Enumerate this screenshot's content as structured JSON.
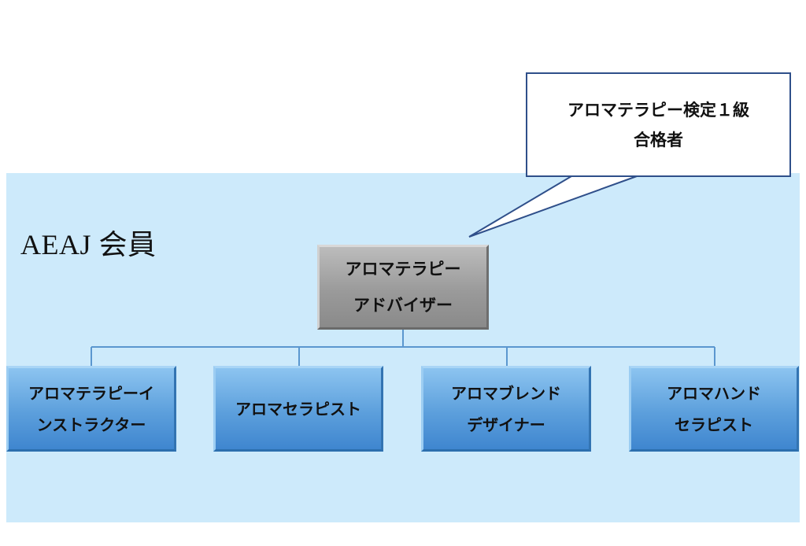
{
  "region": {
    "label": "AEAJ 会員"
  },
  "callout": {
    "line1": "アロマテラピー検定１級",
    "line2": "合格者"
  },
  "root": {
    "line1": "アロマテラピー",
    "line2": "アドバイザー"
  },
  "children": [
    {
      "line1": "アロマテラピーイ",
      "line2": "ンストラクター"
    },
    {
      "line1": "アロマセラピスト",
      "line2": ""
    },
    {
      "line1": "アロマブレンド",
      "line2": "デザイナー"
    },
    {
      "line1": "アロマハンド",
      "line2": "セラピスト"
    }
  ],
  "colors": {
    "region_bg": "#cdeafb",
    "root_fill": "#9a9a9a",
    "child_fill": "#5c9fdc",
    "connector": "#5b97cf",
    "callout_border": "#2f4f8a"
  }
}
